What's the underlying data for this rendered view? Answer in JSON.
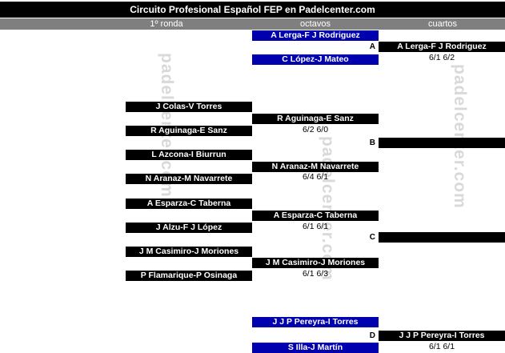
{
  "header": {
    "title": "Circuito Profesional Español FEP en Padelcenter.com"
  },
  "columns": {
    "round1": "1º ronda",
    "octavos": "octavos",
    "cuartos": "cuartos"
  },
  "watermark": {
    "text": "padelcenter.com"
  },
  "colors": {
    "box_black": "#000000",
    "box_blue": "#0000ae",
    "header_gray": "#7f7f7f",
    "watermark_gray": "#d9d9d9"
  },
  "round1_teams": [
    "J Colas-V Torres",
    "R Aguinaga-E Sanz",
    "L Azcona-I Biurrun",
    "N Aranaz-M Navarrete",
    "A Esparza-C Taberna",
    "J Alzu-F J López",
    "J M Casimiro-J Moriones",
    "P Flamarique-P Osinaga"
  ],
  "octavos": {
    "seed_top": [
      "A Lerga-F J Rodriguez",
      "C López-J Mateo"
    ],
    "winners": [
      {
        "team": "R Aguinaga-E Sanz",
        "score": "6/2 6/0"
      },
      {
        "team": "N Aranaz-M Navarrete",
        "score": "6/4 6/1"
      },
      {
        "team": "A Esparza-C Taberna",
        "score": "6/1 6/1"
      },
      {
        "team": "J M Casimiro-J Moriones",
        "score": "6/1 6/3"
      }
    ],
    "seed_bottom": [
      "J J P Pereyra-I Torres",
      "S Illa-J Martín"
    ]
  },
  "cuartos": {
    "slots": [
      {
        "letter": "A",
        "team": "A Lerga-F J Rodriguez",
        "score": "6/1 6/2"
      },
      {
        "letter": "B",
        "team": "",
        "score": ""
      },
      {
        "letter": "C",
        "team": "",
        "score": ""
      },
      {
        "letter": "D",
        "team": "J J P Pereyra-I Torres",
        "score": "6/1 6/1"
      }
    ]
  }
}
